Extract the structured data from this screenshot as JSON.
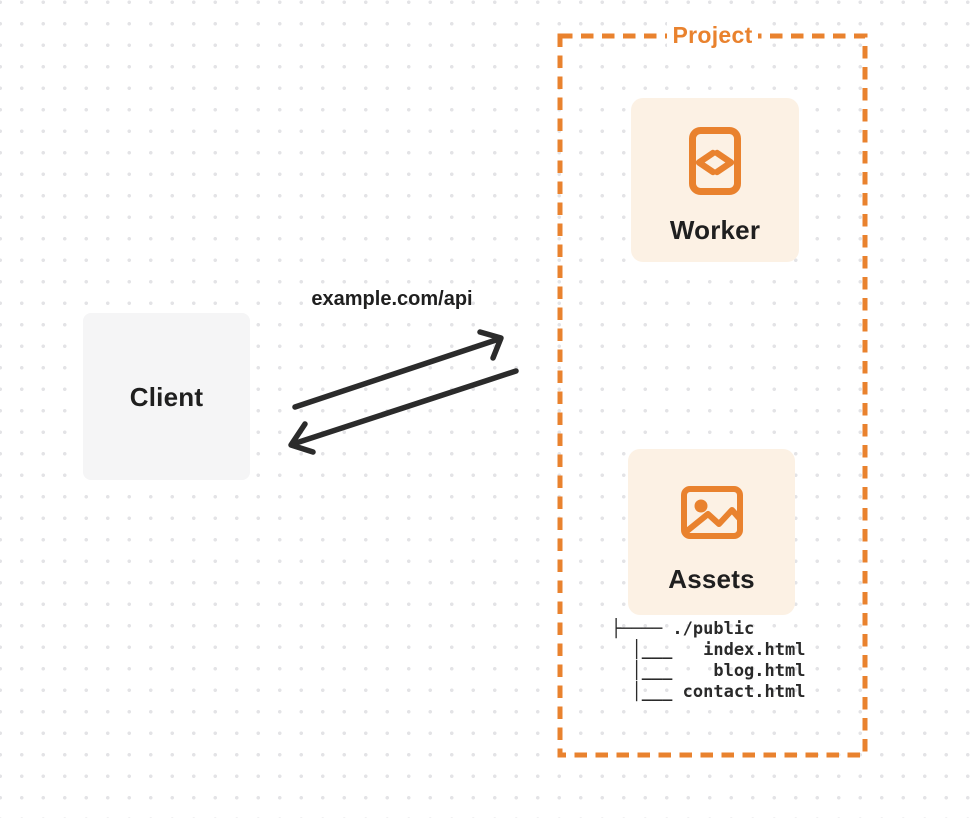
{
  "client": {
    "label": "Client"
  },
  "request": {
    "label": "example.com/api"
  },
  "project": {
    "label": "Project",
    "worker": {
      "label": "Worker",
      "icon": "code-file-icon"
    },
    "assets": {
      "label": "Assets",
      "icon": "picture-icon"
    },
    "file_tree": {
      "lines": [
        "├──── ./public",
        "  │___   index.html",
        "  │___    blog.html",
        "  │___ contact.html"
      ]
    }
  },
  "colors": {
    "accent_orange": "#E9822E",
    "card_cream": "#FCF1E4",
    "client_gray": "#F5F5F6",
    "arrow_dark": "#2B2B2B",
    "text_dark": "#1F1F1F",
    "dot_gray": "#E3E3E6"
  }
}
